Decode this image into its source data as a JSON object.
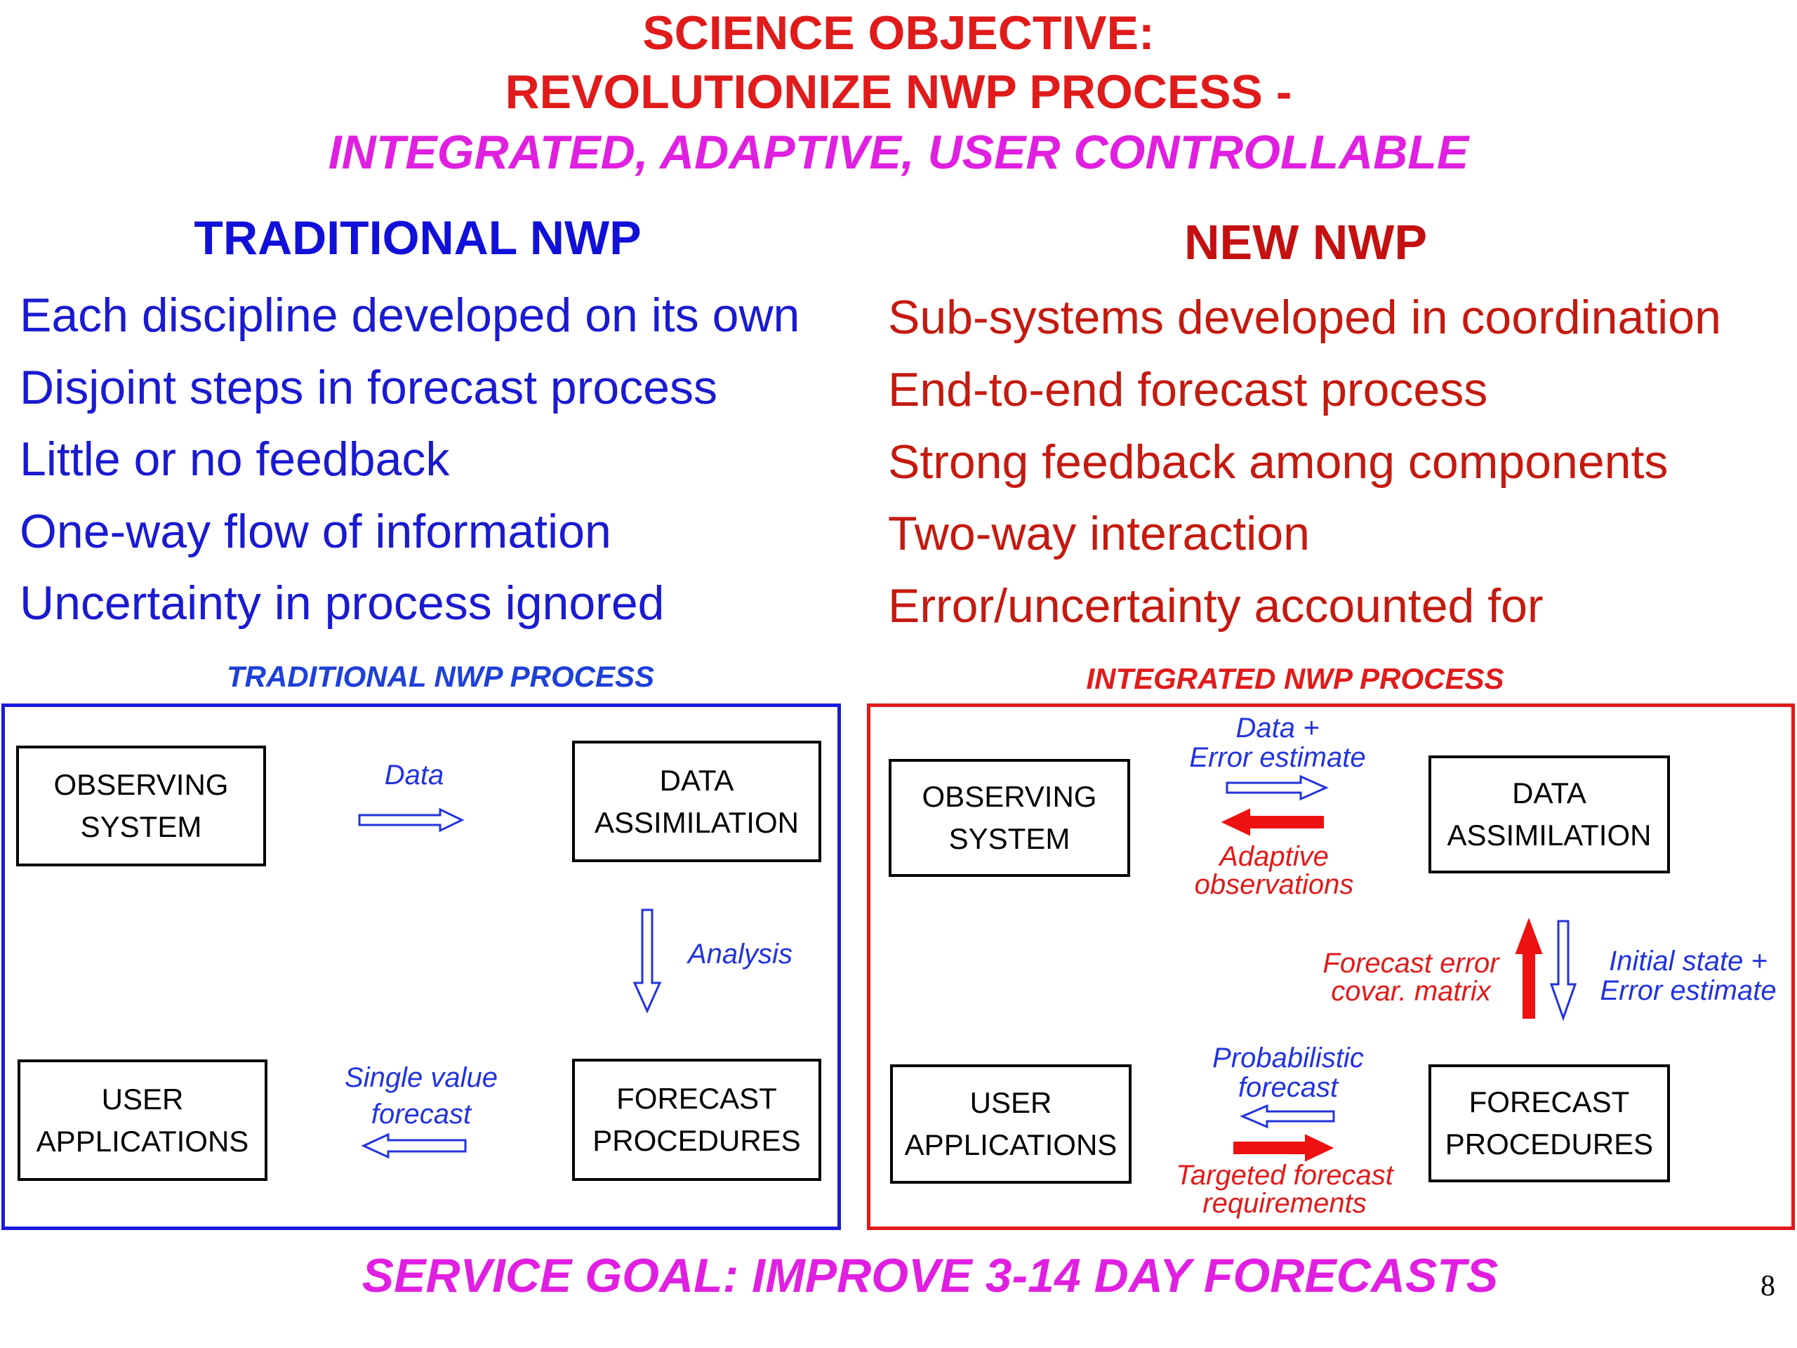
{
  "title": {
    "line1": "SCIENCE OBJECTIVE:",
    "line2": "REVOLUTIONIZE NWP PROCESS -",
    "line3": "INTEGRATED, ADAPTIVE, USER CONTROLLABLE"
  },
  "traditional": {
    "heading": "TRADITIONAL NWP",
    "items": [
      "Each discipline developed on its own",
      "Disjoint steps in forecast process",
      "Little or no feedback",
      "One-way flow of information",
      "Uncertainty in process ignored"
    ]
  },
  "new": {
    "heading": "NEW NWP",
    "items": [
      "Sub-systems developed in coordination",
      "End-to-end forecast process",
      "Strong feedback among components",
      "Two-way interaction",
      "Error/uncertainty accounted for"
    ]
  },
  "traditional_process": {
    "title": "TRADITIONAL NWP PROCESS",
    "boxes": {
      "observing": [
        "OBSERVING",
        "SYSTEM"
      ],
      "assimilation": [
        "DATA",
        "ASSIMILATION"
      ],
      "user": [
        "USER",
        "APPLICATIONS"
      ],
      "forecast": [
        "FORECAST",
        "PROCEDURES"
      ]
    },
    "labels": {
      "data": "Data",
      "analysis": "Analysis",
      "single_value": [
        "Single value",
        "forecast"
      ]
    }
  },
  "integrated_process": {
    "title": "INTEGRATED NWP PROCESS",
    "boxes": {
      "observing": [
        "OBSERVING",
        "SYSTEM"
      ],
      "assimilation": [
        "DATA",
        "ASSIMILATION"
      ],
      "user": [
        "USER",
        "APPLICATIONS"
      ],
      "forecast": [
        "FORECAST",
        "PROCEDURES"
      ]
    },
    "labels": {
      "data_error": [
        "Data +",
        "Error estimate"
      ],
      "adaptive": [
        "Adaptive",
        "observations"
      ],
      "forecast_error": [
        "Forecast error",
        "covar. matrix"
      ],
      "initial_state": [
        "Initial state +",
        "Error estimate"
      ],
      "probabilistic": [
        "Probabilistic",
        "forecast"
      ],
      "targeted": [
        "Targeted forecast",
        "requirements"
      ]
    }
  },
  "footer": "SERVICE GOAL: IMPROVE 3-14 DAY FORECASTS",
  "page_number": "8",
  "colors": {
    "title_red": "#e01b1b",
    "magenta": "#e020e0",
    "traditional_blue": "#1a1ad0",
    "new_red": "#c41a10",
    "arrow_blue": "#2233dd",
    "arrow_red": "#ee1111"
  }
}
